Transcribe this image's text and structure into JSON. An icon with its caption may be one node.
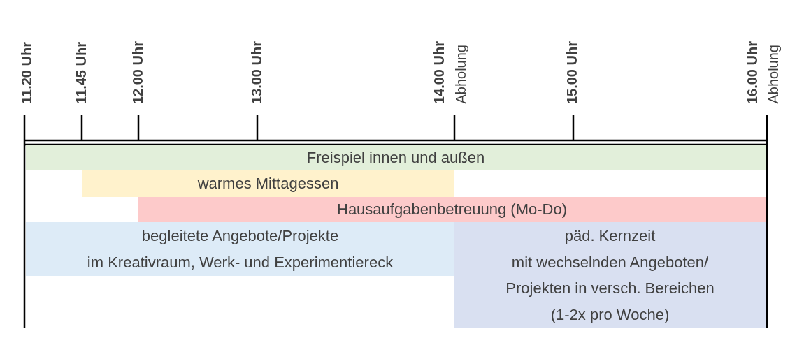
{
  "diagram": {
    "nodes": [
      {
        "text": [
          "Freispiel innen und außen"
        ]
      },
      {
        "text": [
          "warmes Mittagessen"
        ]
      },
      {
        "text": [
          "Hausaufgabenbetreuung (Mo-Do)"
        ]
      },
      {
        "text": [
          "begleitete Angebote/Projekte",
          "im Kreativraum, Werk- und Experimentiereck"
        ]
      },
      {
        "text": [
          "päd. Kernzeit",
          "mit wechselnden Angeboten/ Projekten in versch. Bereichen (1-2x pro Woche)"
        ]
      }
    ],
    "edges": [],
    "labels": [
      "11.20 Uhr",
      "11.45 Uhr",
      "12.00 Uhr",
      "13.00 Uhr",
      "14.00 Uhr",
      "Abholung",
      "15.00 Uhr",
      "16.00 Uhr",
      "Abholung"
    ]
  }
}
